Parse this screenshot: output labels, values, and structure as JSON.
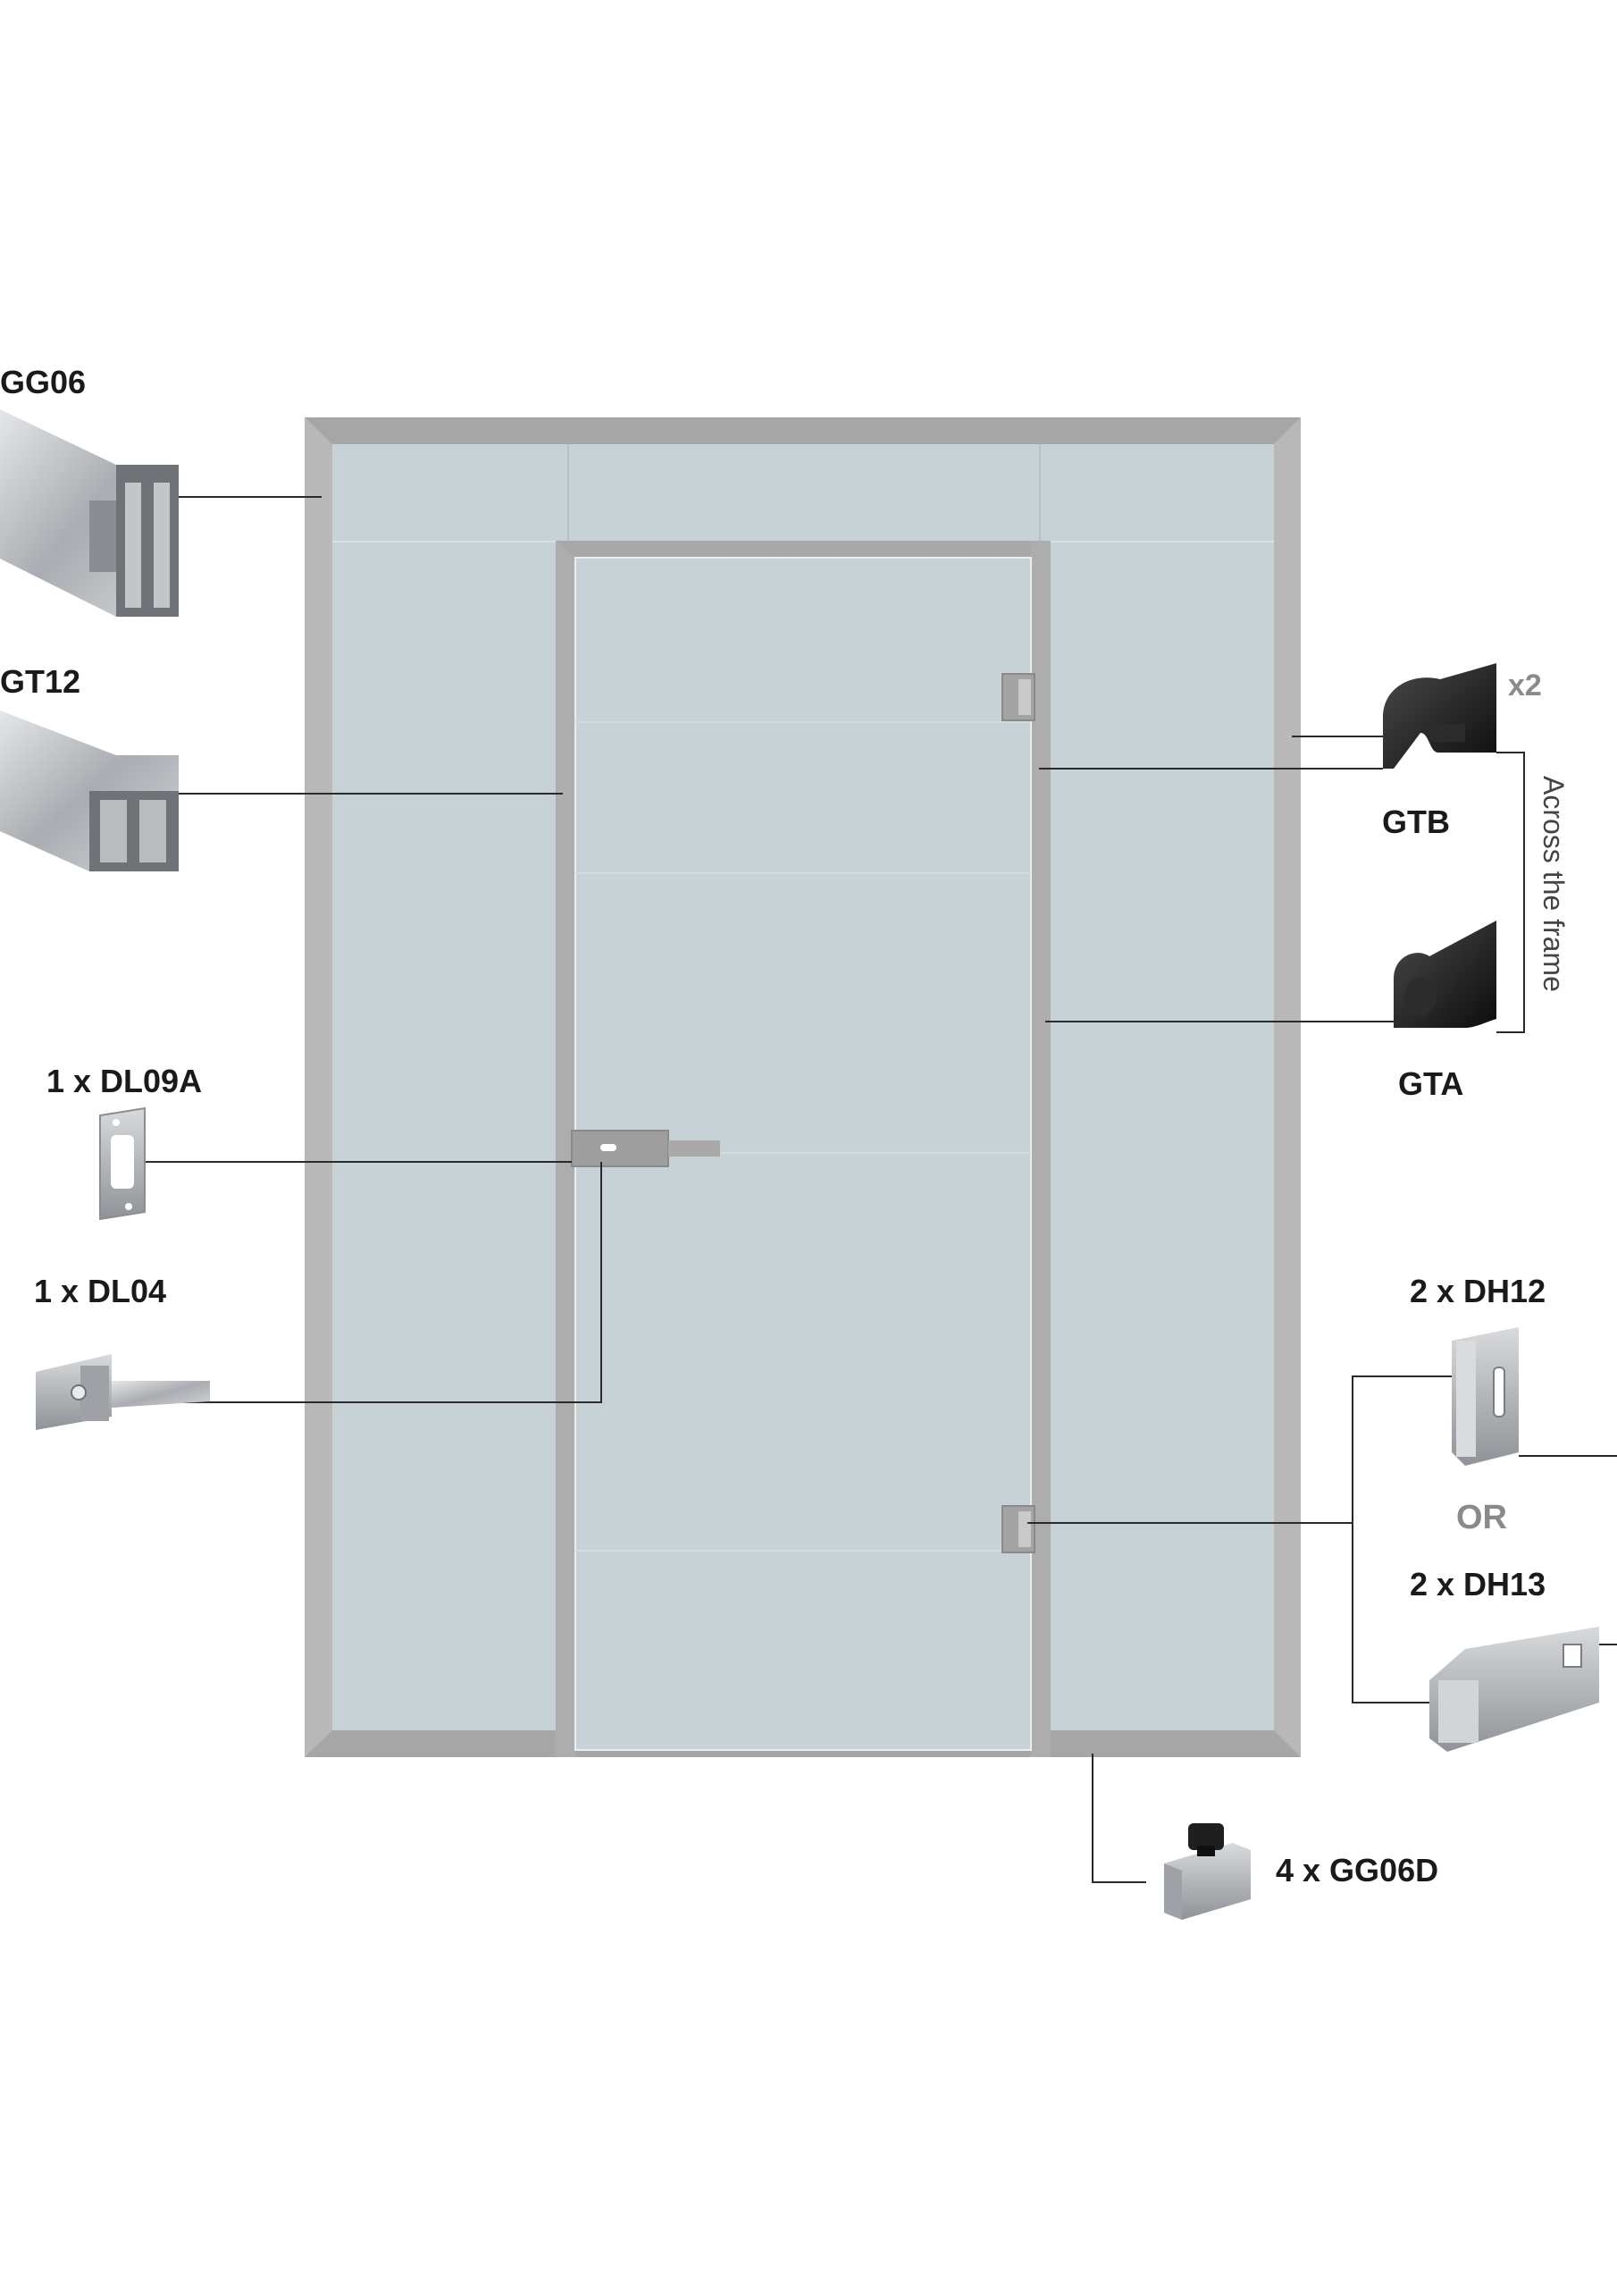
{
  "colors": {
    "frame": "#adadad",
    "frame_inner": "#c4c4c4",
    "glass": "#c6d2d6",
    "line": "#2a2a2a",
    "seal": "#1c1c1c",
    "metal": "#b9bcbf"
  },
  "parts": {
    "gg06": {
      "label": "GG06",
      "icon": "aluminium-profile-icon"
    },
    "gt12": {
      "label": "GT12",
      "icon": "aluminium-profile-icon"
    },
    "dl09a": {
      "label": "1 x DL09A",
      "icon": "strike-plate-icon"
    },
    "dl04": {
      "label": "1 x DL04",
      "icon": "door-lock-handle-icon"
    },
    "gtb": {
      "label": "GTB",
      "qty": "x2",
      "icon": "rubber-seal-icon"
    },
    "gta": {
      "label": "GTA",
      "icon": "rubber-seal-icon"
    },
    "across_note": "Across the frame",
    "dh12": {
      "label": "2 x DH12",
      "icon": "glass-hinge-icon"
    },
    "or_label": "OR",
    "dh13": {
      "label": "2 x DH13",
      "icon": "glass-hinge-icon"
    },
    "gg06d": {
      "label": "4 x GG06D",
      "icon": "end-block-icon"
    }
  }
}
